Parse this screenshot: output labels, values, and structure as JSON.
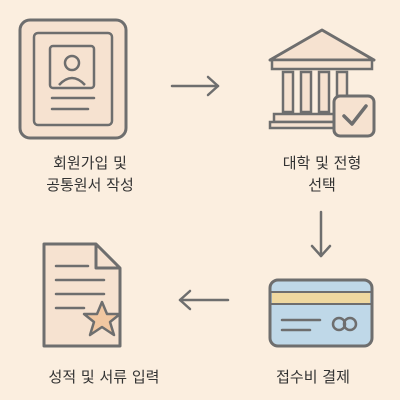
{
  "steps": [
    {
      "id": "signup",
      "label_lines": [
        "회원가입 및",
        "공통원서 작성"
      ],
      "icon": "application-form-icon"
    },
    {
      "id": "select",
      "label_lines": [
        "대학 및 전형",
        "선택"
      ],
      "icon": "university-building-icon"
    },
    {
      "id": "payment",
      "label_lines": [
        "접수비 결제"
      ],
      "icon": "credit-card-icon"
    },
    {
      "id": "submit",
      "label_lines": [
        "성적 및 서류 입력"
      ],
      "icon": "document-star-icon"
    }
  ],
  "colors": {
    "background": "#FBEEDF",
    "outline": "#6E6E6E",
    "icon_fill": "#F6E2D0",
    "card_fill": "#BFD8E8",
    "card_stripe": "#EFD8A0",
    "star_fill": "#F1C7A1"
  }
}
